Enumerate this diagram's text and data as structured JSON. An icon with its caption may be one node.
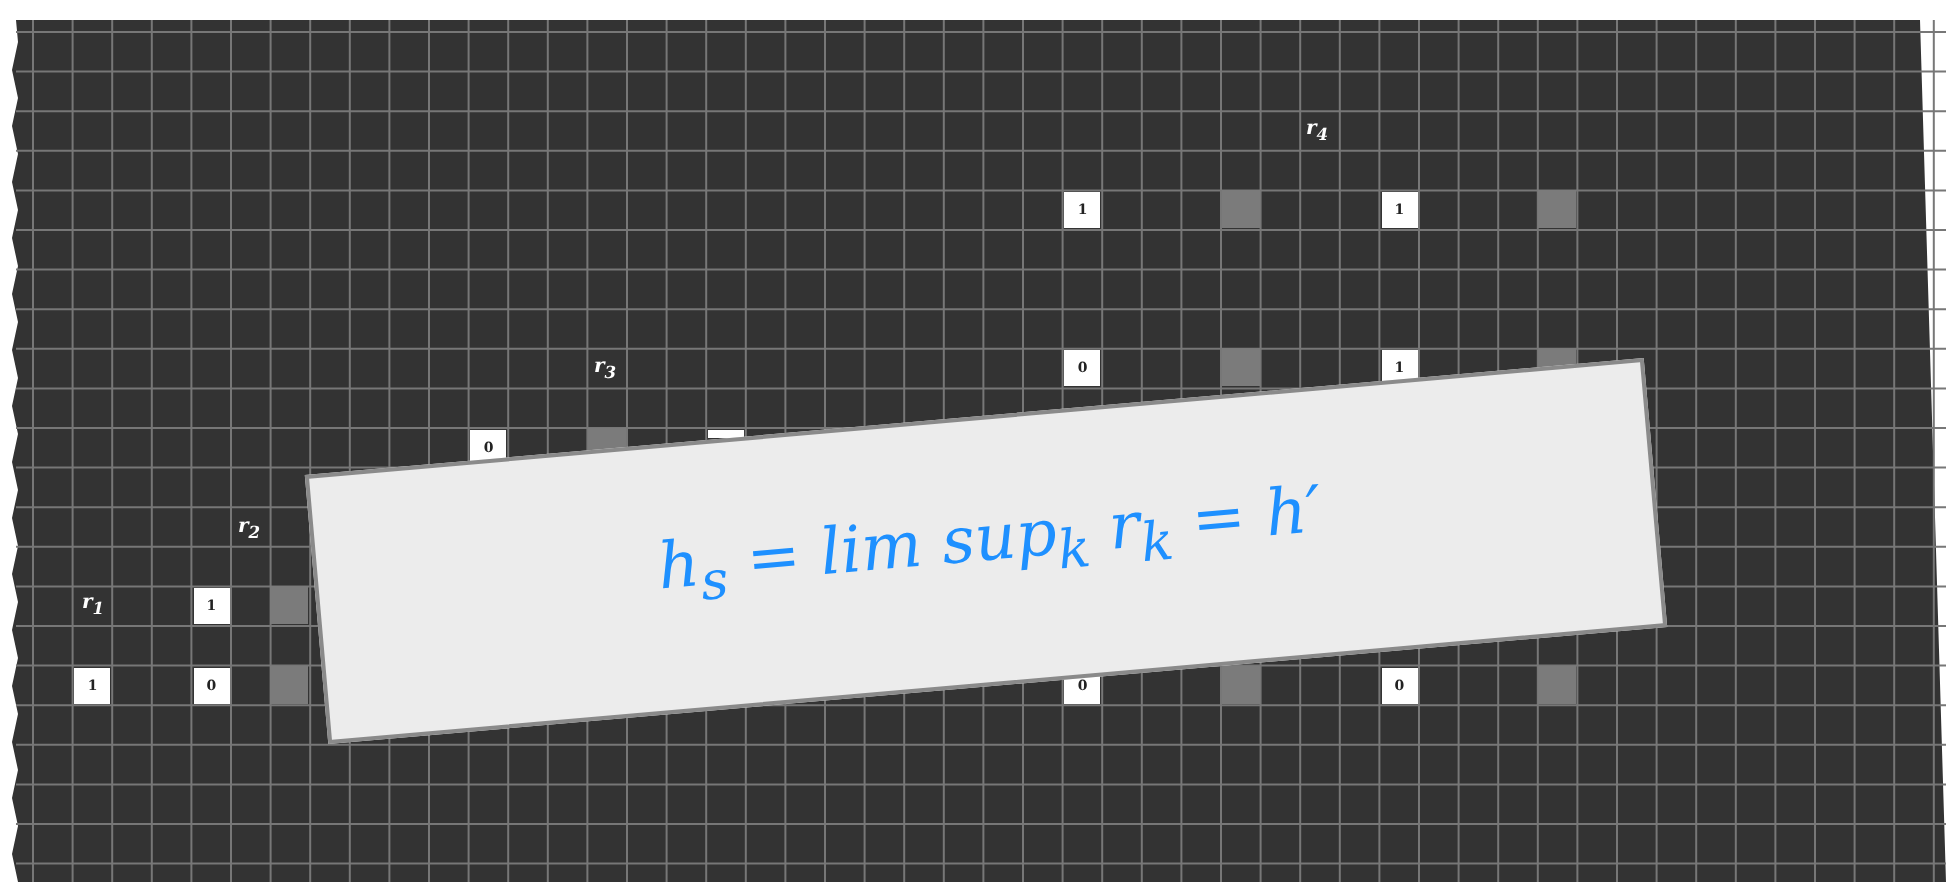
{
  "diagram": {
    "labels": [
      "r$_{4}$",
      "1",
      "1",
      "r$_{3}$",
      "0",
      "1",
      "0",
      "r$_{2}$",
      "r$_{1}$",
      "1",
      "h$_{s}$ = lim sup$_{k}$ r$_{k}$ = h′",
      "1",
      "0",
      "0",
      "0"
    ]
  }
}
